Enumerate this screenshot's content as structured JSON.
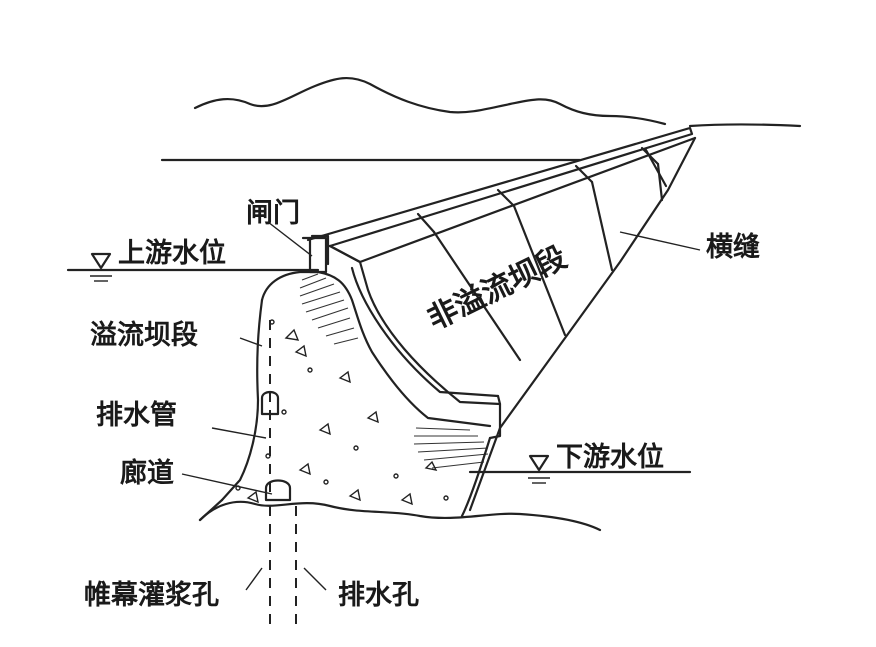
{
  "labels": {
    "gate": "闸门",
    "upstream_level": "上游水位",
    "spillway_section": "溢流坝段",
    "drain_pipe": "排水管",
    "gallery": "廊道",
    "curtain_grout_hole": "帷幕灌浆孔",
    "drain_hole": "排水孔",
    "transverse_joint": "横缝",
    "non_overflow_section": "非溢流坝段",
    "downstream_level": "下游水位"
  }
}
